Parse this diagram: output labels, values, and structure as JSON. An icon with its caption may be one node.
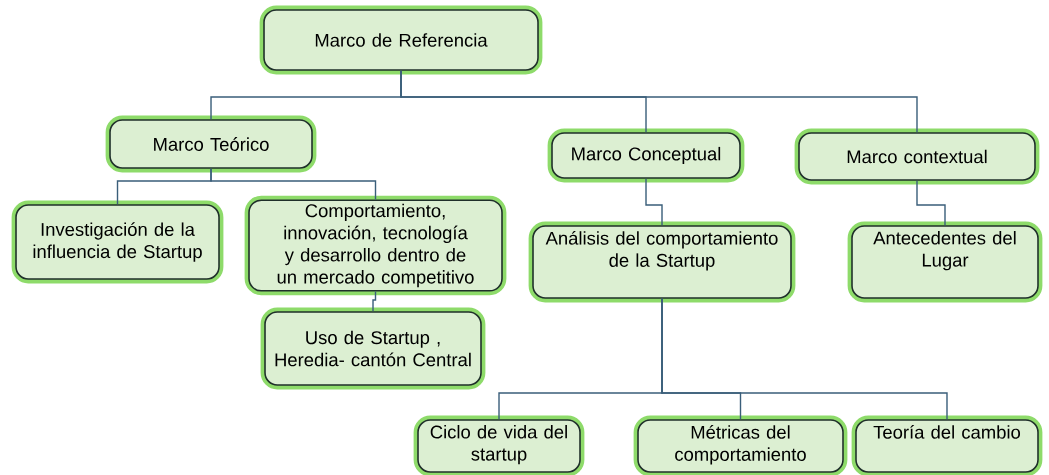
{
  "diagram": {
    "nodes": [
      {
        "text": [
          "Marco de Referencia"
        ]
      },
      {
        "text": [
          "Marco Teórico"
        ]
      },
      {
        "text": [
          "Marco Conceptual"
        ]
      },
      {
        "text": [
          "Marco contextual"
        ]
      },
      {
        "text": [
          "Investigación de la influencia de Startup"
        ]
      },
      {
        "text": [
          "Comportamiento, innovación, tecnología y desarrollo dentro de un mercado competitivo"
        ]
      },
      {
        "text": [
          "Análisis del comportamiento de la Startup"
        ]
      },
      {
        "text": [
          "Antecedentes del Lugar"
        ]
      },
      {
        "text": [
          "Uso de Startup , Heredia- cantón Central"
        ]
      },
      {
        "text": [
          "Ciclo de vida del startup"
        ]
      },
      {
        "text": [
          "Métricas del comportamiento"
        ]
      },
      {
        "text": [
          "Teoría del cambio"
        ]
      }
    ],
    "edges": [
      {
        "from": 0,
        "to": 1,
        "arrow": "none"
      },
      {
        "from": 0,
        "to": 2,
        "arrow": "none"
      },
      {
        "from": 0,
        "to": 3,
        "arrow": "none"
      },
      {
        "from": 1,
        "to": 4,
        "arrow": "none"
      },
      {
        "from": 1,
        "to": 5,
        "arrow": "none"
      },
      {
        "from": 5,
        "to": 8,
        "arrow": "none"
      },
      {
        "from": 2,
        "to": 6,
        "arrow": "none"
      },
      {
        "from": 3,
        "to": 7,
        "arrow": "none"
      },
      {
        "from": 6,
        "to": 9,
        "arrow": "none"
      },
      {
        "from": 6,
        "to": 10,
        "arrow": "none"
      },
      {
        "from": 6,
        "to": 11,
        "arrow": "none"
      }
    ]
  }
}
